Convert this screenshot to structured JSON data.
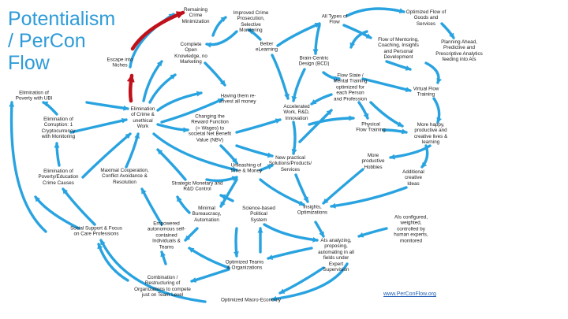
{
  "title": {
    "line1": "Potentialism",
    "line2": "/ PerCon",
    "line3": "Flow"
  },
  "nodes": {
    "remaining_crime": [
      "Remaining",
      "Crime",
      "Minimization"
    ],
    "improved_crime": [
      "Improved Crime",
      "Prosecution,",
      "Selective",
      "Monitoring"
    ],
    "all_types_flow": [
      "All Types of",
      "Flow"
    ],
    "optimized_flow_goods": [
      "Optimized  Flow of",
      "Goods and",
      "Services"
    ],
    "escape_niches": [
      "Escape into",
      "Niches"
    ],
    "complete_open_knowledge": [
      "Complete",
      "Open",
      "Knowledge, no",
      "Marketing"
    ],
    "better_elearning": [
      "Better",
      "eLearning"
    ],
    "brain_centric": [
      "Brain-Centric",
      "Design (BCD)"
    ],
    "flow_mentoring": [
      "Flow of Mentoring,",
      "Coaching, Insights",
      "and Personal",
      "Development"
    ],
    "planning_ahead": [
      "Planning Ahead,",
      "Predictive and",
      "Prescriptive Analytics",
      "feeding into AIs"
    ],
    "elimination_poverty_ubi": [
      "Elimination  of",
      "Poverty with UBI"
    ],
    "having_them_reinvest": [
      "Having them re-",
      "invest all money"
    ],
    "flow_state": [
      "Flow State /",
      "Mental Training",
      "optimized for",
      "each Person",
      "and Profession"
    ],
    "virtual_flow": [
      "Virtual Flow",
      "Training"
    ],
    "elimination_corruption": [
      "Elimination of",
      "Corruption: 1",
      "Cryptocurrency",
      "with Monitoring"
    ],
    "elimination_crime": [
      "Elimination",
      "of Crime &",
      "unethical",
      "Work"
    ],
    "changing_reward": [
      "Changing the",
      "Reward Function",
      "(= Wages) to",
      "societal  Net Benefit",
      "Value (NBV)"
    ],
    "accelerated_work": [
      "Accelerated",
      "Work, R&D,",
      "Innovation"
    ],
    "physical_flow": [
      "Physical",
      "Flow Training"
    ],
    "more_happy": [
      "More happy,",
      "productive and",
      "creative lives &",
      "learning"
    ],
    "unleashing_time": [
      "Unleashing of",
      "Time & Money"
    ],
    "new_practical": [
      "New practical",
      "Solutions/Products/",
      "Services"
    ],
    "more_productive_hobbies": [
      "More",
      "productive",
      "Hobbies"
    ],
    "additional_creative": [
      "Additional",
      "creative",
      "Ideas"
    ],
    "elimination_poverty_education": [
      "Elimination  of",
      "Poverty/Education",
      "Crime Causes"
    ],
    "maximal_cooperation": [
      "Maximal Cooperation,",
      "Conflict Avoidance &",
      "Resolution"
    ],
    "strategic_monetary": [
      "Strategic Monetary and",
      "R&D Control"
    ],
    "minimal_bureaucracy": [
      "Minimal",
      "Bureaucracy,",
      "Automation"
    ],
    "science_based": [
      "Science-based",
      "Political",
      "System"
    ],
    "insights_optimizations": [
      "Insights,",
      "Optimizations"
    ],
    "ais_configured": [
      "AIs configured,",
      "weighted,",
      "controlled by",
      "human experts,",
      "monitored"
    ],
    "social_support": [
      "Social Support & Focus",
      "on Care Professions"
    ],
    "empowered_autonomous": [
      "Empowered",
      "autonomous  self-",
      "contained",
      "Individuals &",
      "Teams"
    ],
    "ais_analyzing": [
      "AIs analyzing,",
      "proposing,",
      "automating  in all",
      "fields under",
      "Expert",
      "Supervision"
    ],
    "optimized_teams": [
      "Optimized  Teams",
      "& Organizations"
    ],
    "combination_restructuring": [
      "Combination /",
      "Restructuring of",
      "Organizations to compete",
      "just on Team Level"
    ],
    "optimized_macro": [
      "Optimized  Macro-Economy"
    ]
  },
  "link": {
    "text": "www.PerConFlow.org"
  },
  "colors": {
    "title": "#2e9bd8",
    "arrow": "#29a3e0",
    "highlight_arrow": "#c0111a",
    "text": "#1a1a1a",
    "link": "#1f5fb4"
  }
}
